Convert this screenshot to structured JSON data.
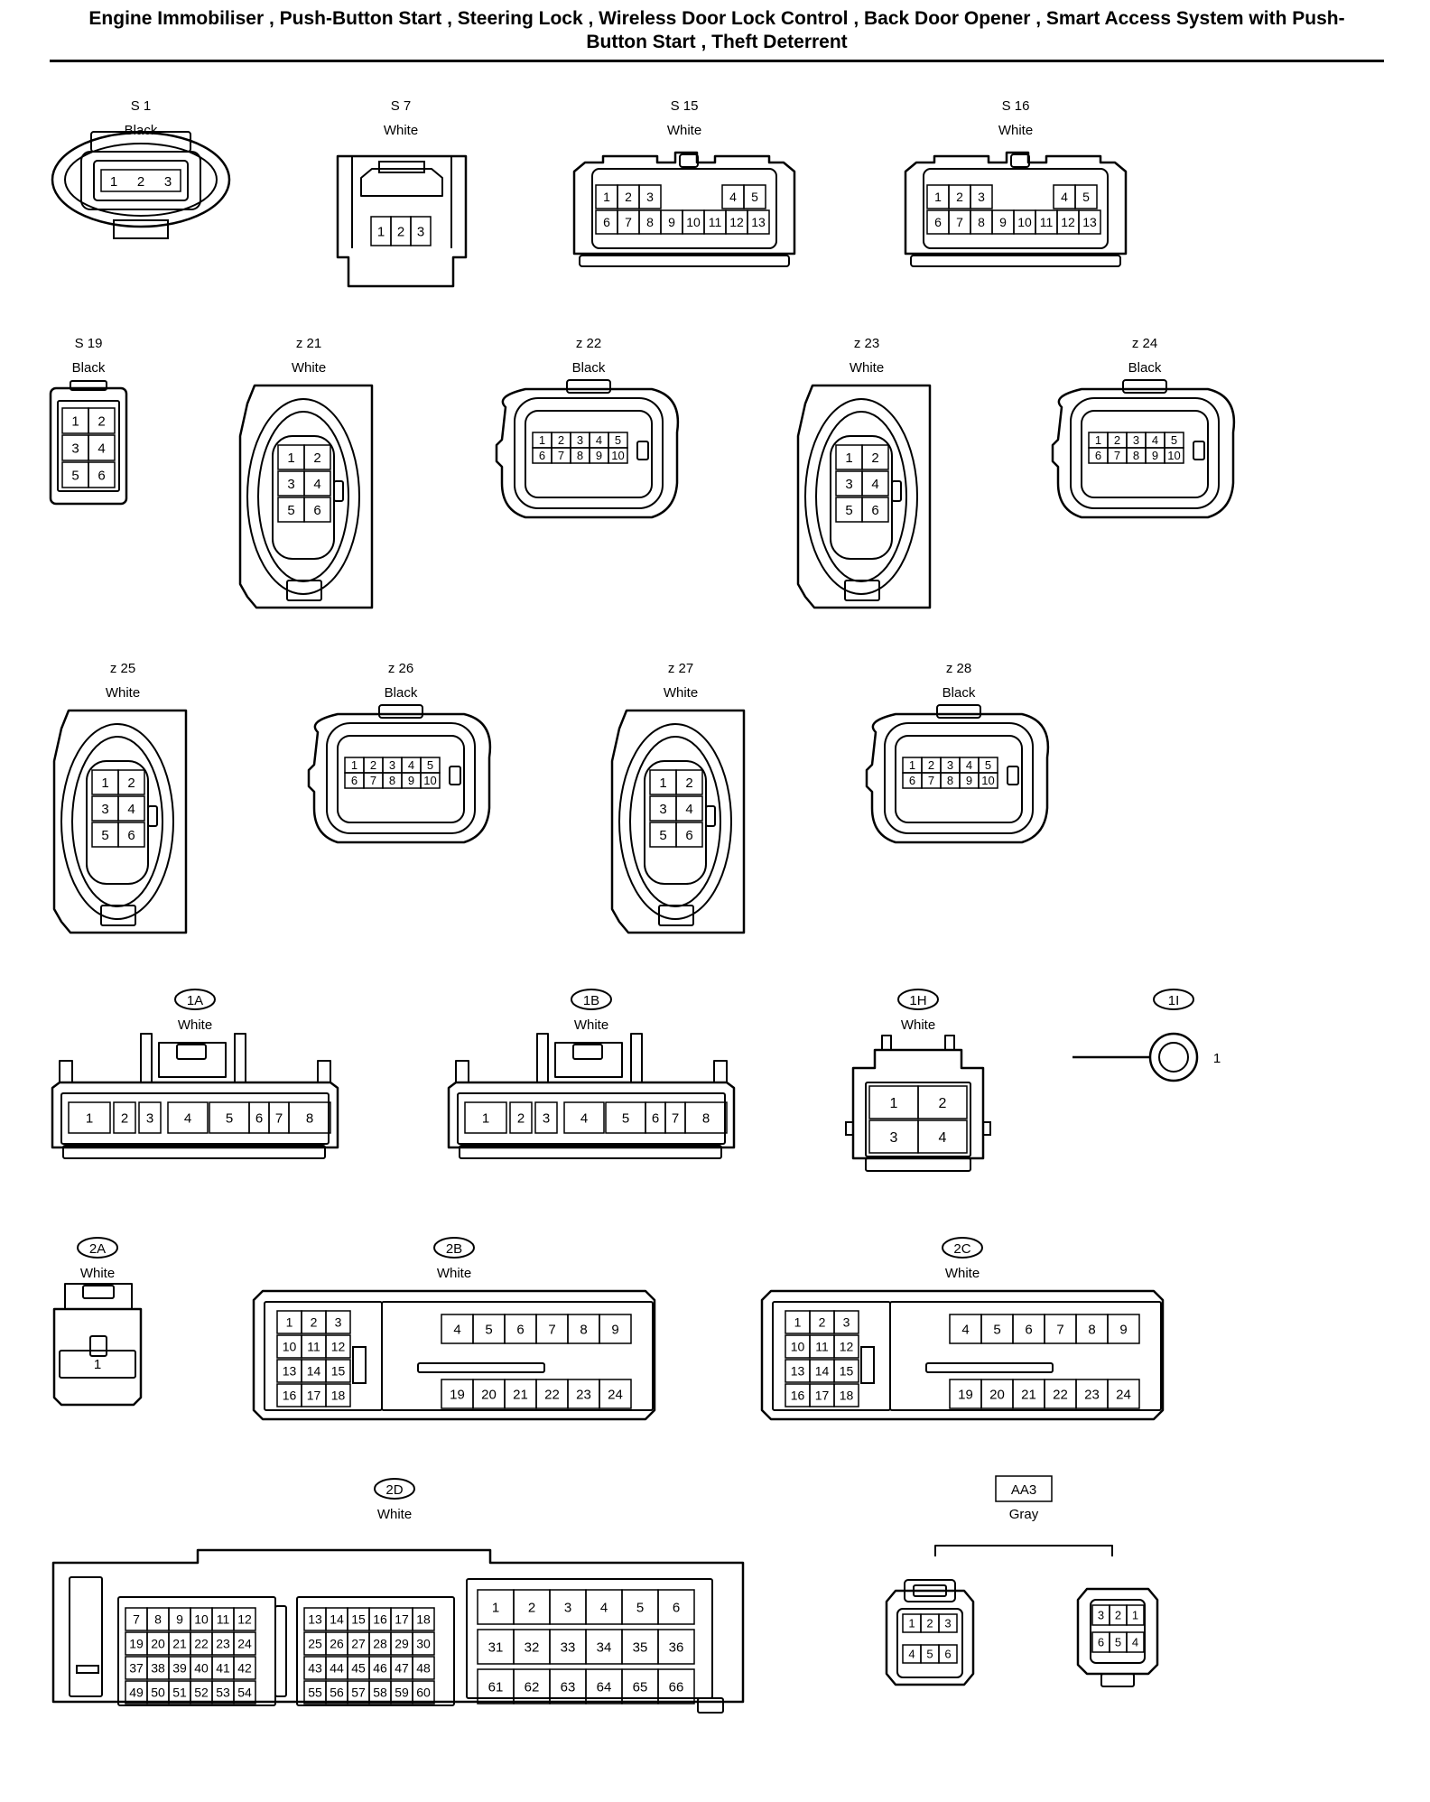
{
  "page": {
    "title_line1": "Engine Immobiliser , Push-Button Start , Steering Lock , Wireless Door Lock Control , Back Door Opener , Smart Access System with Push-",
    "title_line2": "Button Start , Theft Deterrent"
  },
  "connectors": [
    {
      "id": "S1",
      "name": "S 1",
      "color": "Black",
      "shape": "round3",
      "pins": [
        "1",
        "2",
        "3"
      ]
    },
    {
      "id": "S7",
      "name": "S 7",
      "color": "White",
      "shape": "box3",
      "pins": [
        "1",
        "2",
        "3"
      ]
    },
    {
      "id": "S15",
      "name": "S 15",
      "color": "White",
      "shape": "wide13",
      "pins": [
        "1",
        "2",
        "3",
        "4",
        "5",
        "6",
        "7",
        "8",
        "9",
        "10",
        "11",
        "12",
        "13"
      ]
    },
    {
      "id": "S16",
      "name": "S 16",
      "color": "White",
      "shape": "wide13",
      "pins": [
        "1",
        "2",
        "3",
        "4",
        "5",
        "6",
        "7",
        "8",
        "9",
        "10",
        "11",
        "12",
        "13"
      ]
    },
    {
      "id": "S19",
      "name": "S 19",
      "color": "Black",
      "shape": "small6",
      "pins": [
        "1",
        "2",
        "3",
        "4",
        "5",
        "6"
      ]
    },
    {
      "id": "z21",
      "name": "z 21",
      "color": "White",
      "shape": "tall6",
      "pins": [
        "1",
        "2",
        "3",
        "4",
        "5",
        "6"
      ]
    },
    {
      "id": "z22",
      "name": "z 22",
      "color": "Black",
      "shape": "oval10",
      "pins": [
        "1",
        "2",
        "3",
        "4",
        "5",
        "6",
        "7",
        "8",
        "9",
        "10"
      ]
    },
    {
      "id": "z23",
      "name": "z 23",
      "color": "White",
      "shape": "tall6",
      "pins": [
        "1",
        "2",
        "3",
        "4",
        "5",
        "6"
      ]
    },
    {
      "id": "z24",
      "name": "z 24",
      "color": "Black",
      "shape": "oval10",
      "pins": [
        "1",
        "2",
        "3",
        "4",
        "5",
        "6",
        "7",
        "8",
        "9",
        "10"
      ]
    },
    {
      "id": "z25",
      "name": "z 25",
      "color": "White",
      "shape": "tall6",
      "pins": [
        "1",
        "2",
        "3",
        "4",
        "5",
        "6"
      ]
    },
    {
      "id": "z26",
      "name": "z 26",
      "color": "Black",
      "shape": "oval10",
      "pins": [
        "1",
        "2",
        "3",
        "4",
        "5",
        "6",
        "7",
        "8",
        "9",
        "10"
      ]
    },
    {
      "id": "z27",
      "name": "z 27",
      "color": "White",
      "shape": "tall6",
      "pins": [
        "1",
        "2",
        "3",
        "4",
        "5",
        "6"
      ]
    },
    {
      "id": "z28",
      "name": "z 28",
      "color": "Black",
      "shape": "oval10",
      "pins": [
        "1",
        "2",
        "3",
        "4",
        "5",
        "6",
        "7",
        "8",
        "9",
        "10"
      ]
    },
    {
      "id": "1A",
      "name": "1A",
      "color": "White",
      "shape": "block8",
      "pins": [
        "1",
        "2",
        "3",
        "4",
        "5",
        "6",
        "7",
        "8"
      ]
    },
    {
      "id": "1B",
      "name": "1B",
      "color": "White",
      "shape": "block8",
      "pins": [
        "1",
        "2",
        "3",
        "4",
        "5",
        "6",
        "7",
        "8"
      ]
    },
    {
      "id": "1H",
      "name": "1H",
      "color": "White",
      "shape": "block4",
      "pins": [
        "1",
        "2",
        "3",
        "4"
      ]
    },
    {
      "id": "1I",
      "name": "1I",
      "color": "",
      "shape": "ring",
      "pins": [
        "1"
      ]
    },
    {
      "id": "2A",
      "name": "2A",
      "color": "White",
      "shape": "single",
      "pins": [
        "1"
      ]
    },
    {
      "id": "2B",
      "name": "2B",
      "color": "White",
      "shape": "ecu24",
      "pins": [
        "1",
        "2",
        "3",
        "4",
        "5",
        "6",
        "7",
        "8",
        "9",
        "10",
        "11",
        "12",
        "13",
        "14",
        "15",
        "16",
        "17",
        "18",
        "19",
        "20",
        "21",
        "22",
        "23",
        "24"
      ]
    },
    {
      "id": "2C",
      "name": "2C",
      "color": "White",
      "shape": "ecu24",
      "pins": [
        "1",
        "2",
        "3",
        "4",
        "5",
        "6",
        "7",
        "8",
        "9",
        "10",
        "11",
        "12",
        "13",
        "14",
        "15",
        "16",
        "17",
        "18",
        "19",
        "20",
        "21",
        "22",
        "23",
        "24"
      ]
    },
    {
      "id": "2D",
      "name": "2D",
      "color": "White",
      "shape": "ecu66",
      "pins": [
        "1",
        "2",
        "3",
        "4",
        "5",
        "6",
        "7",
        "8",
        "9",
        "10",
        "11",
        "12",
        "13",
        "14",
        "15",
        "16",
        "17",
        "18",
        "19",
        "20",
        "21",
        "22",
        "23",
        "24",
        "25",
        "26",
        "27",
        "28",
        "29",
        "30",
        "31",
        "32",
        "33",
        "34",
        "35",
        "36",
        "37",
        "38",
        "39",
        "40",
        "41",
        "42",
        "43",
        "44",
        "45",
        "46",
        "47",
        "48",
        "49",
        "50",
        "51",
        "52",
        "53",
        "54",
        "55",
        "56",
        "57",
        "58",
        "59",
        "60",
        "61",
        "62",
        "63",
        "64",
        "65",
        "66"
      ]
    },
    {
      "id": "AA3",
      "name": "AA3",
      "color": "Gray",
      "shape": "pair6",
      "pins": [
        "1",
        "2",
        "3",
        "4",
        "5",
        "6"
      ]
    }
  ]
}
